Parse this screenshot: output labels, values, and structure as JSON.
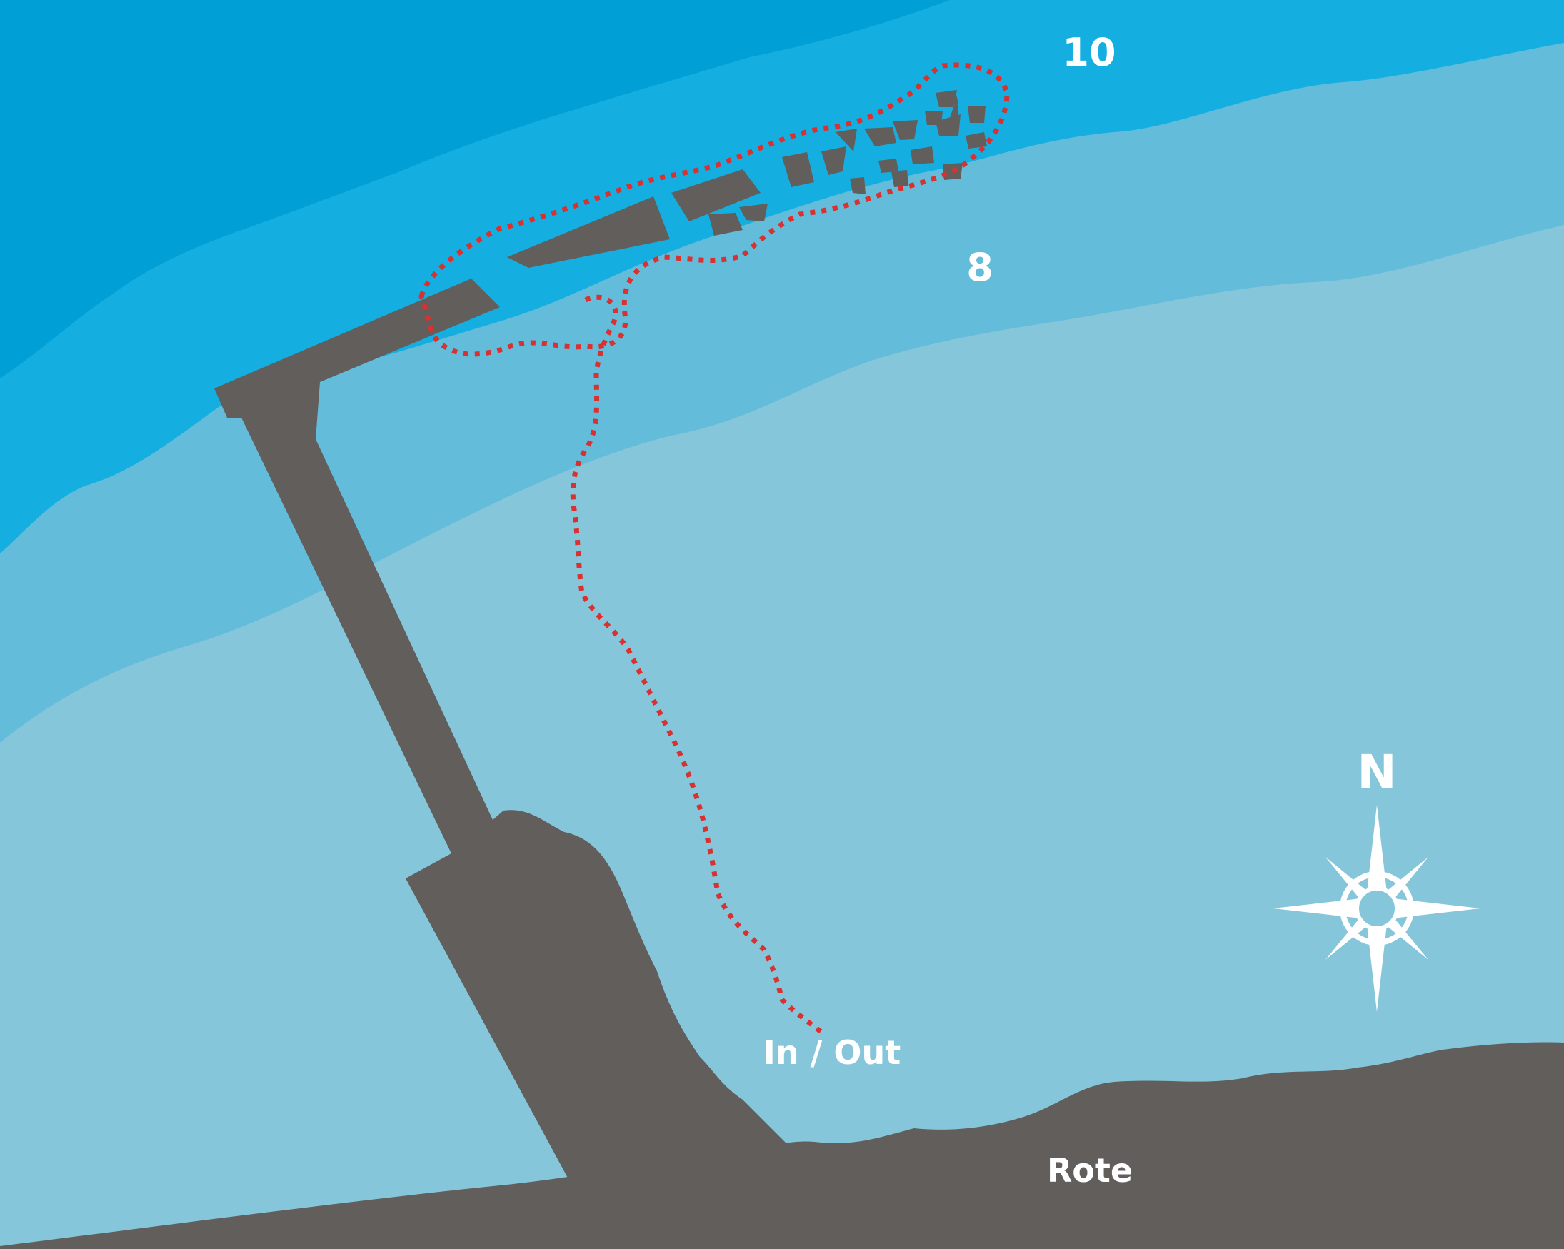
{
  "depths": {
    "deep": "10",
    "mid": "8"
  },
  "labels": {
    "entry": "In / Out",
    "shore": "Rote"
  },
  "compass": {
    "north_label": "N"
  },
  "colors": {
    "water_deep": "#00a0d6",
    "water_mid": "#15aee0",
    "water_shallow": "#64bcdb",
    "water_shore": "#86c6db",
    "land_structure": "#615e5c",
    "dive_route": "#d9312f",
    "text": "#ffffff"
  },
  "icons": {
    "compass": "compass-rose-icon"
  }
}
